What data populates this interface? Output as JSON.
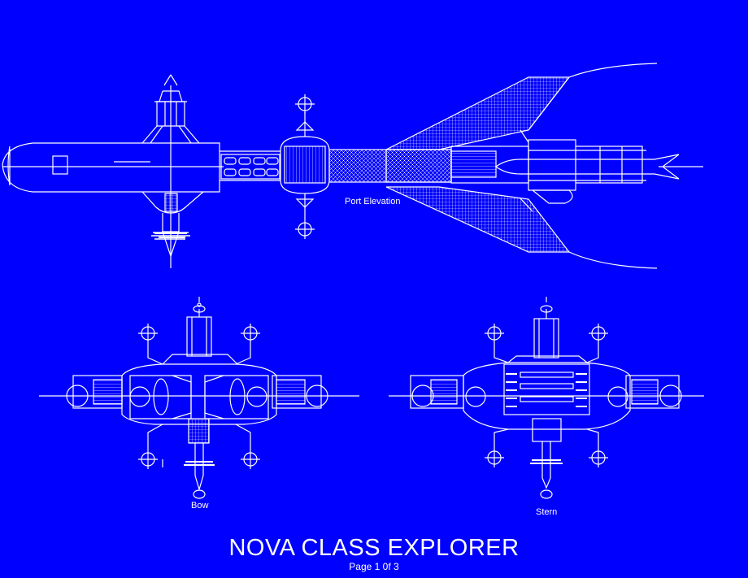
{
  "labels": {
    "port": "Port Elevation",
    "bow": "Bow",
    "stern": "Stern"
  },
  "title": "NOVA CLASS EXPLORER",
  "subtitle": "Page 1 0f 3",
  "colors": {
    "background": "#0000ff",
    "line": "#ffffff"
  }
}
